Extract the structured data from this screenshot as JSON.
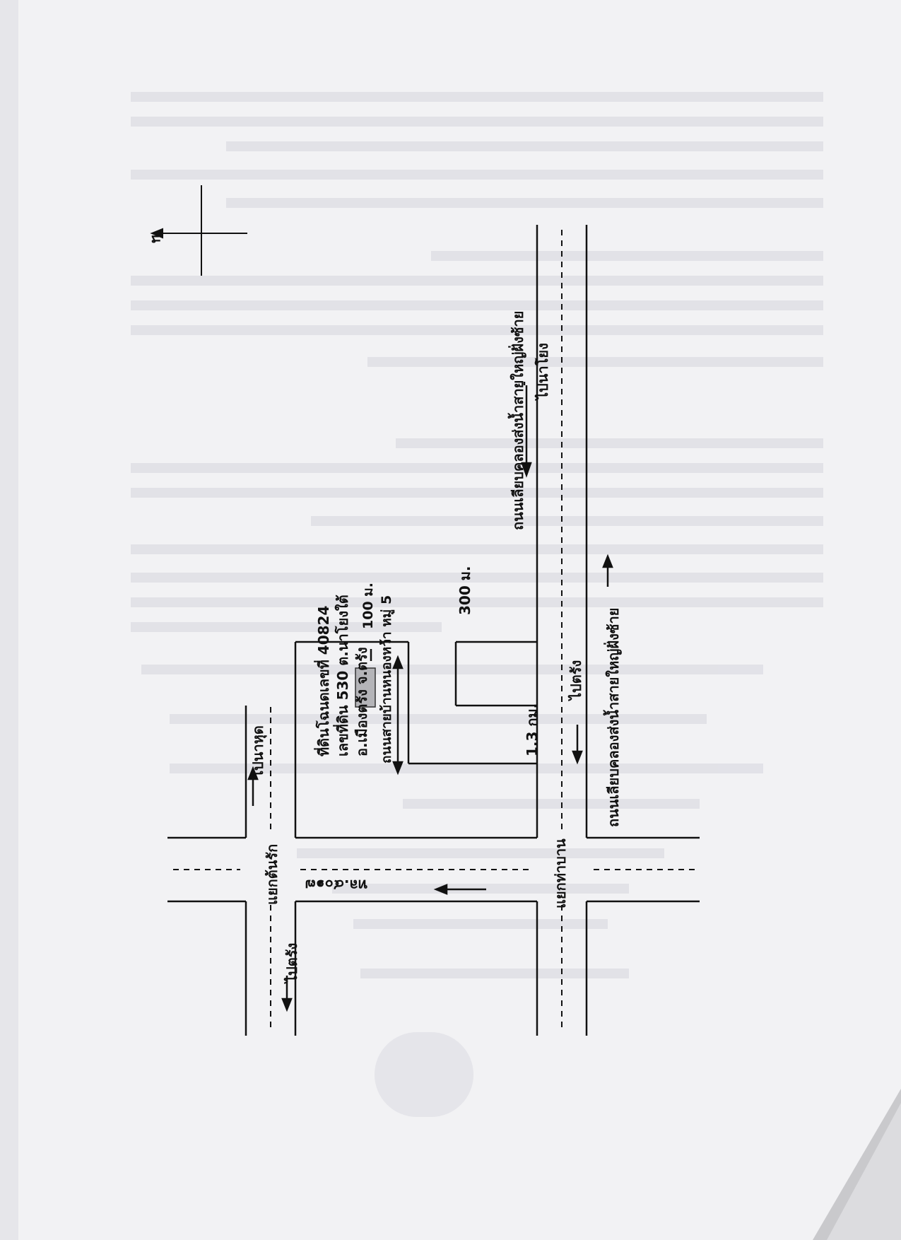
{
  "map": {
    "north_label": "น",
    "roads": {
      "main_highway_right": "ถนนเลียบคลองส่งน้ำสายใหญ่ฝั่งซ้าย",
      "main_highway_left_upper": "ถนนเลียบคลองส่งน้ำสายใหญ่ฝั่งซ้าย",
      "village_road": "ถนนสายบ้านหนองหว้า หมู่ 5",
      "route_number": "ทล.๔๐๑๗"
    },
    "directions": {
      "to_na_yong": "ไปนาโยง",
      "to_trang_right": "ไปตรัง",
      "to_na_nut": "ไปนาหุด",
      "to_trang_left": "ไปตรัง"
    },
    "junctions": {
      "tha_ban": "แยกท่าบาน",
      "ton_rak": "แยกต้นรัก"
    },
    "distances": {
      "d_1_3km": "1.3 กม.",
      "d_300m": "300 ม.",
      "d_100m": "100 ม."
    },
    "parcel": {
      "line1": "ที่ดินโฉนดเลขที่ 40824",
      "line2": "เลขที่ดิน 530 ต.นาโยงใต้",
      "line3": "อ.เมืองตรัง จ.ตรัง"
    }
  },
  "colors": {
    "ink": "#111111",
    "paper": "#f2f2f4",
    "parcel_fill": "#b4b4b8",
    "bleed_text": "#b8b8c2"
  }
}
